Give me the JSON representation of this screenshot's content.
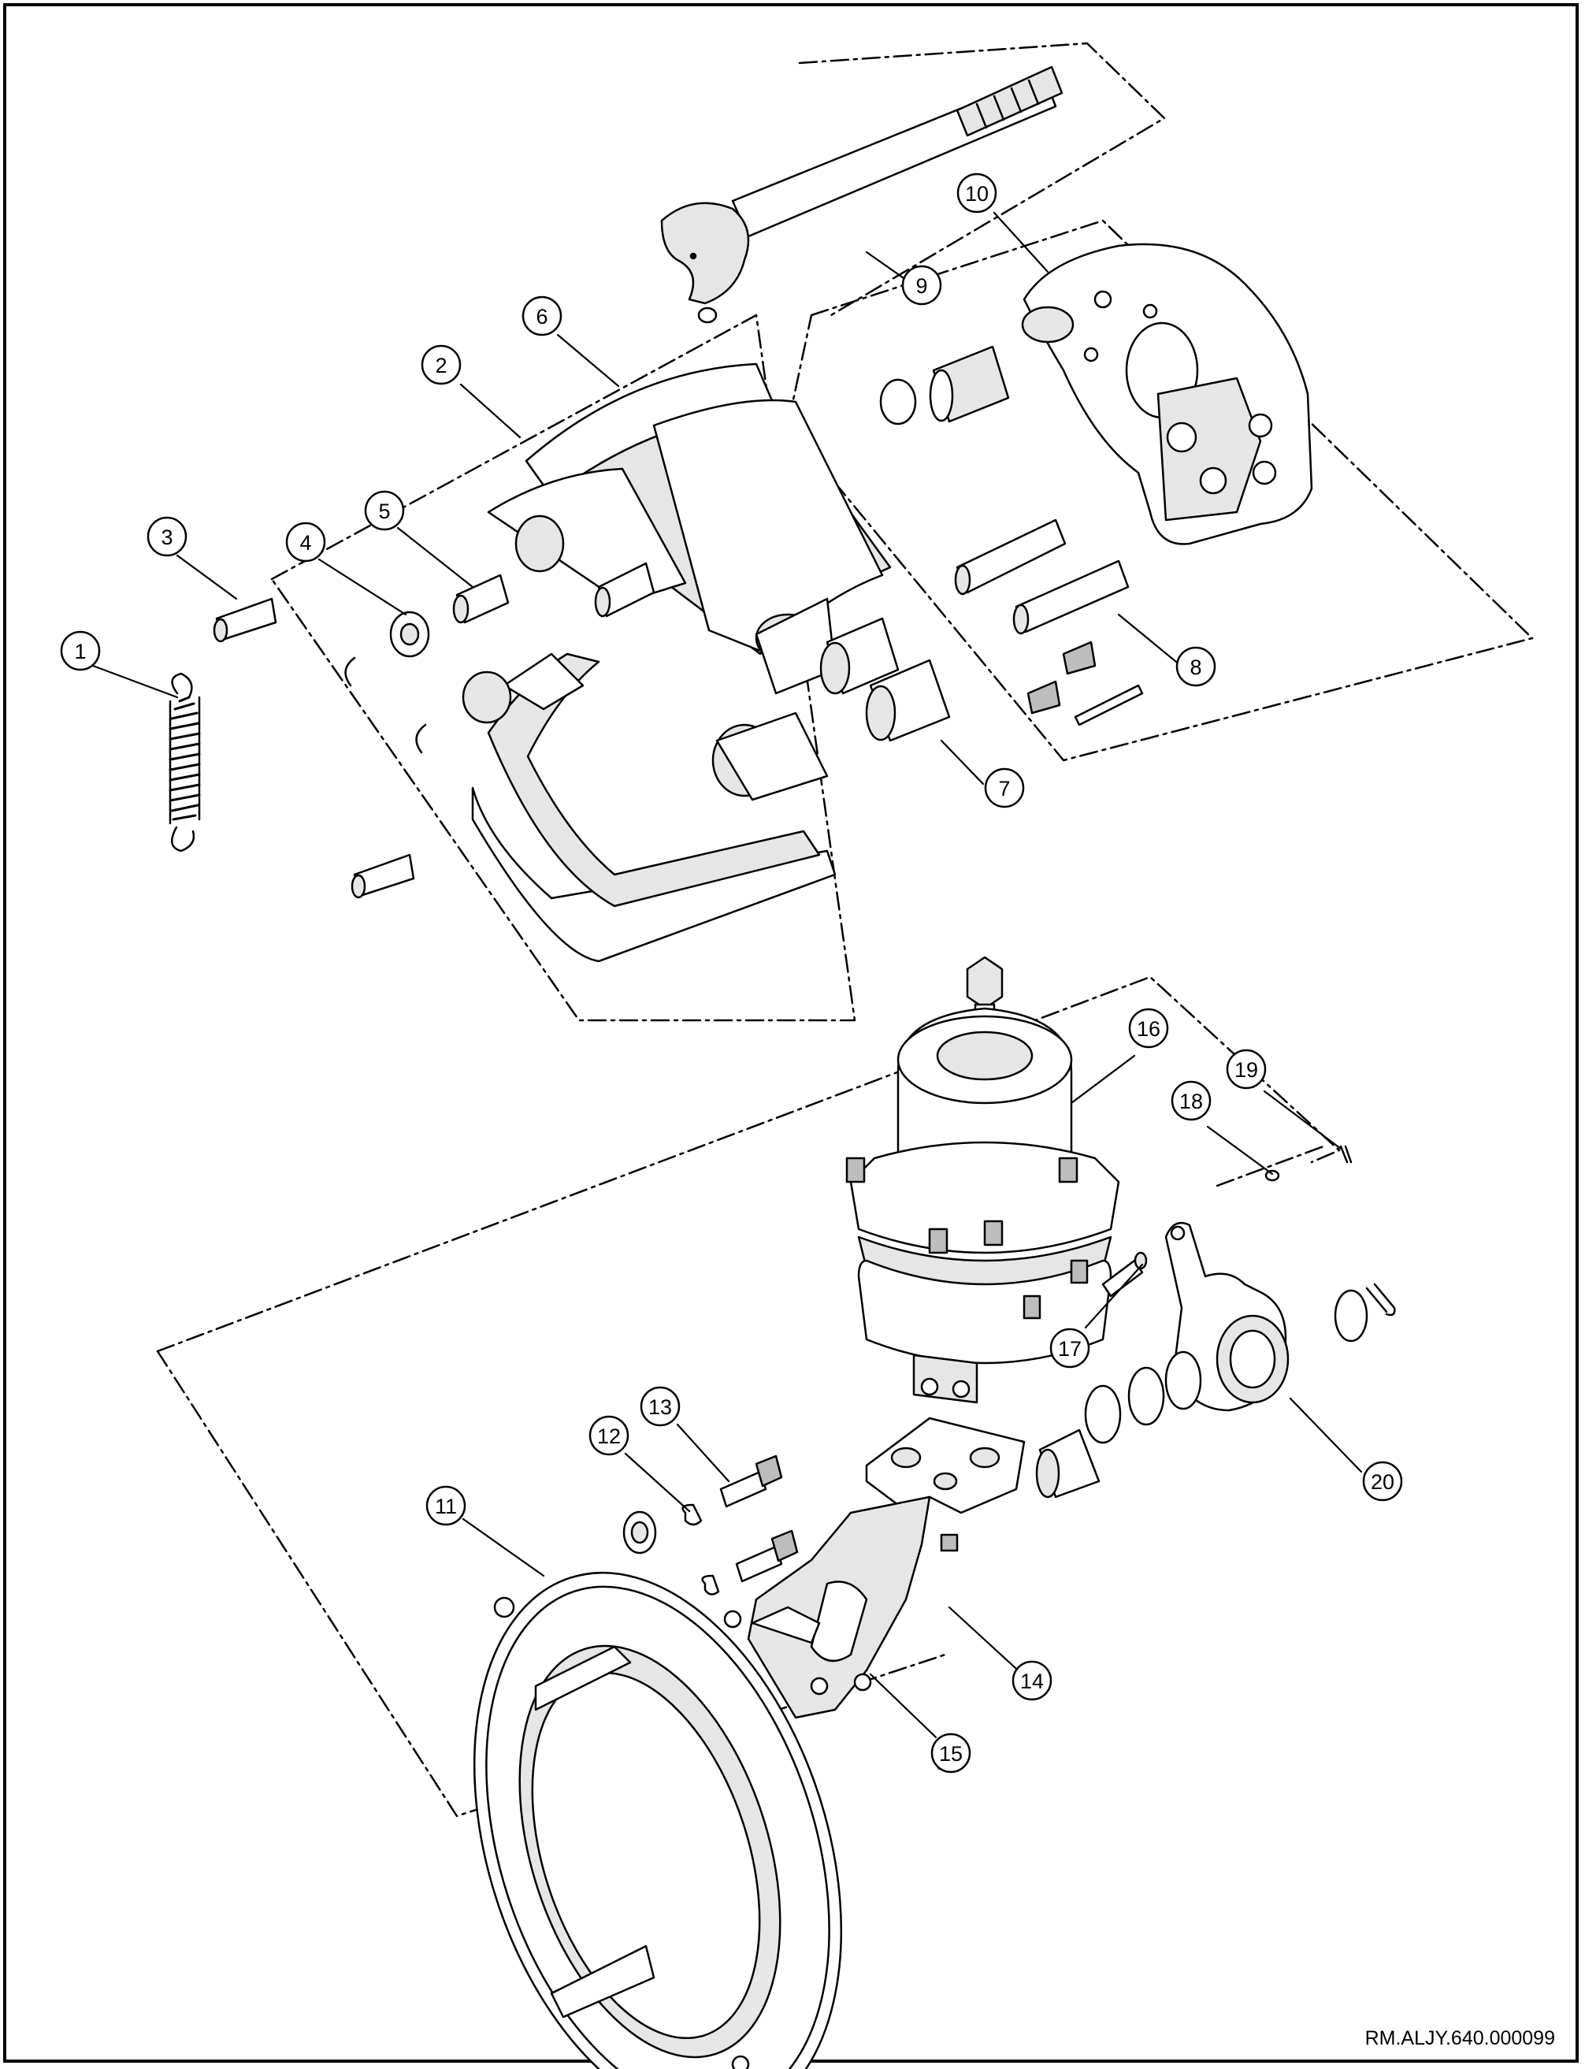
{
  "document": {
    "reference_code": "RM.ALJY.640.000099"
  },
  "callouts": [
    {
      "label": "1"
    },
    {
      "label": "2"
    },
    {
      "label": "3"
    },
    {
      "label": "4"
    },
    {
      "label": "5"
    },
    {
      "label": "6"
    },
    {
      "label": "7"
    },
    {
      "label": "8"
    },
    {
      "label": "9"
    },
    {
      "label": "10"
    },
    {
      "label": "11"
    },
    {
      "label": "12"
    },
    {
      "label": "13"
    },
    {
      "label": "14"
    },
    {
      "label": "15"
    },
    {
      "label": "16"
    },
    {
      "label": "17"
    },
    {
      "label": "18"
    },
    {
      "label": "19"
    },
    {
      "label": "20"
    }
  ],
  "style": {
    "line_color": "#000000",
    "fill_light": "#ffffff",
    "fill_shade": "#e6e6e6",
    "fill_dark": "#bdbdbd"
  }
}
